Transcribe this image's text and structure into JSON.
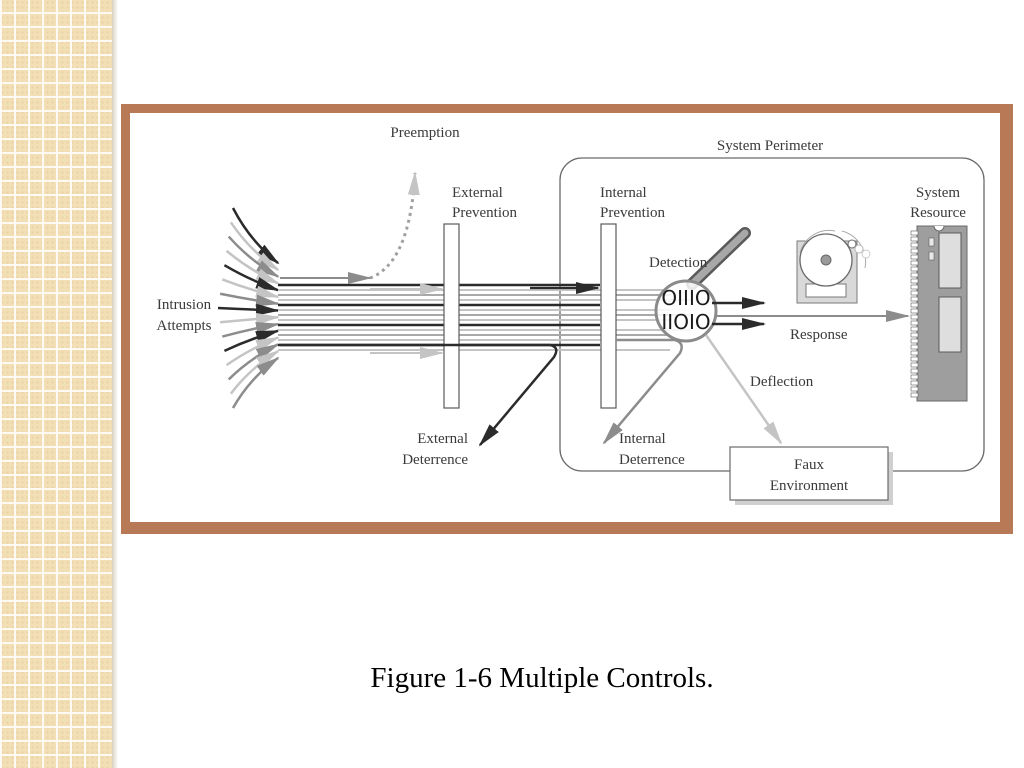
{
  "diagram": {
    "labels": {
      "intrusion": [
        "Intrusion",
        "Attempts"
      ],
      "preemption": "Preemption",
      "external_prevention": [
        "External",
        "Prevention"
      ],
      "system_perimeter": "System Perimeter",
      "internal_prevention": [
        "Internal",
        "Prevention"
      ],
      "detection": "Detection",
      "system_resource": [
        "System",
        "Resource"
      ],
      "response": "Response",
      "deflection": "Deflection",
      "external_deterrence": [
        "External",
        "Deterrence"
      ],
      "internal_deterrence": [
        "Internal",
        "Deterrence"
      ],
      "faux_environment": [
        "Faux",
        "Environment"
      ],
      "binary_top": "OIIIO",
      "binary_bottom": "IIOIO"
    },
    "colors": {
      "frame": "#b87a56",
      "dark_arrow": "#2b2b2b",
      "mid_arrow": "#8c8c8c",
      "light_arrow": "#c4c4c4"
    }
  },
  "caption": "Figure 1-6  Multiple Controls."
}
